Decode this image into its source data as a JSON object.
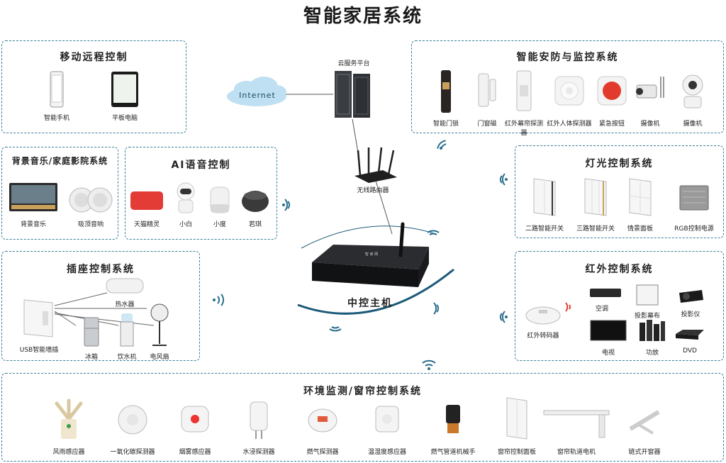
{
  "title": "智能家居系统",
  "cloud_label": "云服务平台",
  "internet_label": "Internet",
  "router_label": "无线路由器",
  "hub_label": "中控主机",
  "hub_brand": "智 家 网",
  "sections": {
    "mobile": {
      "title": "移动远程控制",
      "devices": [
        "智能手机",
        "平板电脑"
      ]
    },
    "security": {
      "title": "智能安防与监控系统",
      "devices": [
        "智能门锁",
        "门窗磁",
        "红外幕帘探测器",
        "红外人体探测器",
        "紧急按钮",
        "摄像机",
        "摄像机"
      ]
    },
    "music": {
      "title": "背景音乐/家庭影院系统",
      "devices": [
        "背景音乐",
        "吸顶音响"
      ]
    },
    "voice": {
      "title": "AI语音控制",
      "devices": [
        "天猫精灵",
        "小白",
        "小度",
        "若琪"
      ]
    },
    "lighting": {
      "title": "灯光控制系统",
      "devices": [
        "二路智能开关",
        "三路智能开关",
        "情景面板",
        "RGB控制电源"
      ]
    },
    "socket": {
      "title": "插座控制系统",
      "devices": [
        "USB智能墙插",
        "热水器",
        "冰箱",
        "饮水机",
        "电风扇"
      ]
    },
    "infrared": {
      "title": "红外控制系统",
      "devices": [
        "红外转码器",
        "空调",
        "投影幕布",
        "投影仪",
        "电视",
        "功放",
        "DVD"
      ]
    },
    "env": {
      "title": "环境监测/窗帘控制系统",
      "devices": [
        "风雨感应器",
        "一氧化碳探测器",
        "烟雾感应器",
        "水浸探测器",
        "燃气探测器",
        "温湿度感应器",
        "燃气管道机械手",
        "窗帘控制面板",
        "窗帘轨道电机",
        "链式开窗器"
      ]
    }
  },
  "colors": {
    "border": "#3a7f9c",
    "wifi": "#2a6f8c",
    "hub_ring": "#1d5a78",
    "cloud": "#bfe0f2"
  }
}
